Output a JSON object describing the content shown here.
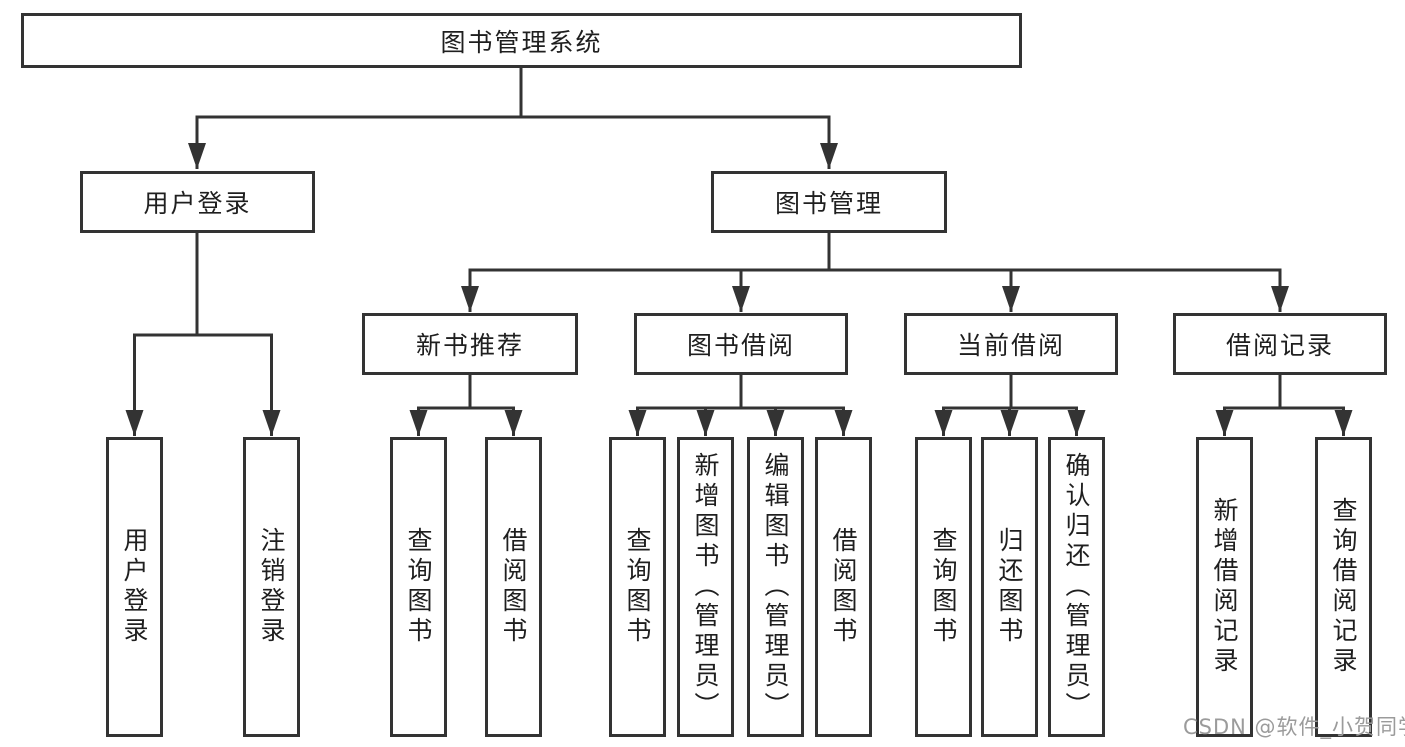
{
  "title": "图书管理系统",
  "watermark": {
    "text": "CSDN @软件_小贺同学"
  },
  "colors": {
    "line": "#333333",
    "box_border": "#333333",
    "box_background": "#ffffff",
    "text": "#1f1f1f",
    "watermark": "#9b9b9b"
  },
  "tree": {
    "root": {
      "label": "图书管理系统"
    },
    "branches": [
      {
        "label": "用户登录",
        "children": [
          {
            "label": "用户登录"
          },
          {
            "label": "注销登录"
          }
        ]
      },
      {
        "label": "图书管理",
        "children": [
          {
            "label": "新书推荐",
            "children": [
              {
                "label": "查询图书"
              },
              {
                "label": "借阅图书"
              }
            ]
          },
          {
            "label": "图书借阅",
            "children": [
              {
                "label": "查询图书"
              },
              {
                "label": "新增图书（管理员）"
              },
              {
                "label": "编辑图书（管理员）"
              },
              {
                "label": "借阅图书"
              }
            ]
          },
          {
            "label": "当前借阅",
            "children": [
              {
                "label": "查询图书"
              },
              {
                "label": "归还图书"
              },
              {
                "label": "确认归还（管理员）"
              }
            ]
          },
          {
            "label": "借阅记录",
            "children": [
              {
                "label": "新增借阅记录"
              },
              {
                "label": "查询借阅记录"
              }
            ]
          }
        ]
      }
    ]
  }
}
